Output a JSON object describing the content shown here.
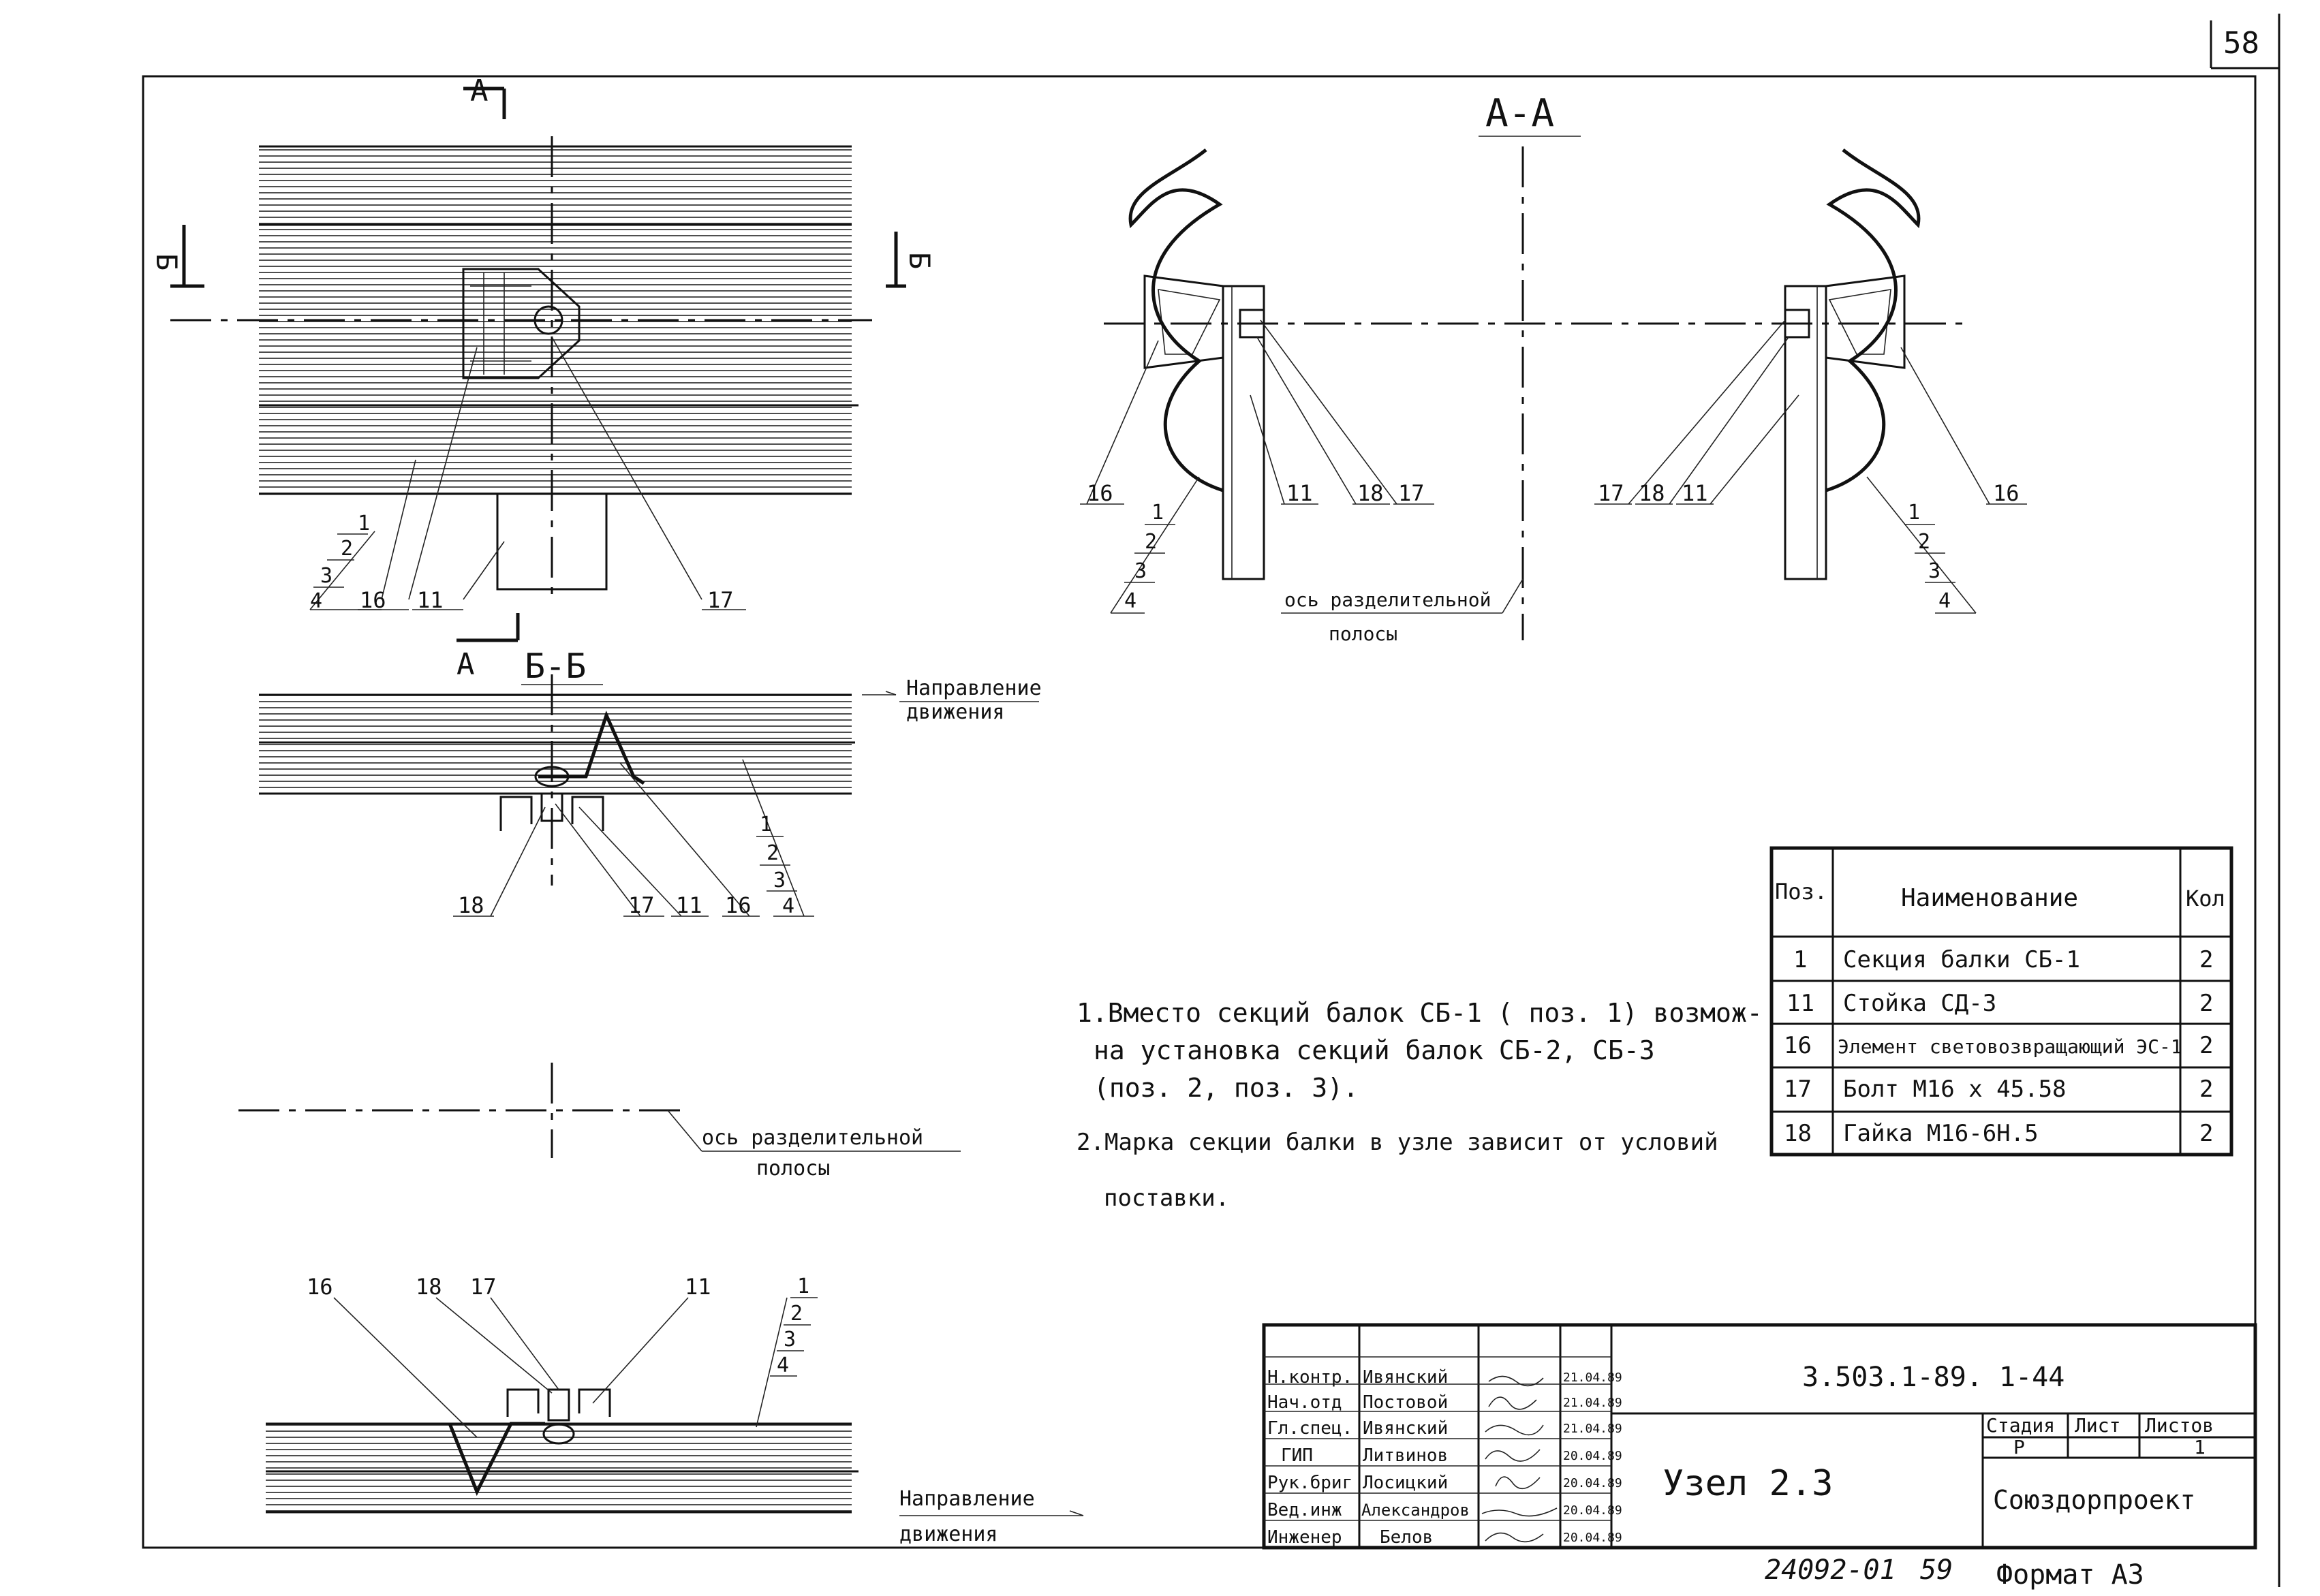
{
  "page_number": "58",
  "section_aa": {
    "title": "А-А",
    "labels_left": [
      "16",
      "11",
      "18",
      "17"
    ],
    "labels_right": [
      "17",
      "18",
      "11",
      "16"
    ],
    "beam_positions": [
      "1",
      "2",
      "3",
      "4"
    ],
    "axis_label_1": "ось разделительной",
    "axis_label_2": "полосы"
  },
  "plan_view": {
    "cut_mark_a": "А",
    "cut_mark_b": "Б",
    "labels": [
      "16",
      "11",
      "17"
    ],
    "beam_positions": [
      "1",
      "2",
      "3",
      "4"
    ]
  },
  "section_bb": {
    "title": "Б-Б",
    "cut_mark_a": "А",
    "direction_1": "Направление",
    "direction_2": "движения",
    "labels": [
      "18",
      "17",
      "11",
      "16"
    ],
    "beam_positions": [
      "1",
      "2",
      "3",
      "4"
    ]
  },
  "middle_axis": {
    "label_1": "ось разделительной",
    "label_2": "полосы"
  },
  "bottom_view": {
    "labels": [
      "16",
      "18",
      "17",
      "11"
    ],
    "beam_positions": [
      "1",
      "2",
      "3",
      "4"
    ],
    "direction_1": "Направление",
    "direction_2": "движения"
  },
  "notes": [
    "1.Вместо секций балок СБ-1 ( поз. 1) возмож-",
    "на установка секций балок СБ-2, СБ-3",
    "(поз. 2, поз. 3).",
    "2.Марка секции балки в узле зависит от условий",
    "поставки."
  ],
  "spec_table": {
    "headers": [
      "Поз.",
      "Наименование",
      "Кол"
    ],
    "rows": [
      [
        "1",
        "Секция балки СБ-1",
        "2"
      ],
      [
        "11",
        "Стойка СД-3",
        "2"
      ],
      [
        "16",
        "Элемент световозвращающий ЭС-1",
        "2"
      ],
      [
        "17",
        "Болт М16 х 45.58",
        "2"
      ],
      [
        "18",
        "Гайка М16-6Н.5",
        "2"
      ]
    ]
  },
  "title_block": {
    "signatures": [
      {
        "role": "Н.контр.",
        "name": "Ивянский",
        "date": "21.04.89"
      },
      {
        "role": "Нач.отд",
        "name": "Постовой",
        "date": "21.04.89"
      },
      {
        "role": "Гл.спец.",
        "name": "Ивянский",
        "date": "21.04.89"
      },
      {
        "role": "ГИП",
        "name": "Литвинов",
        "date": "20.04.89"
      },
      {
        "role": "Рук.бриг",
        "name": "Лосицкий",
        "date": "20.04.89"
      },
      {
        "role": "Вед.инж",
        "name": "Александров",
        "date": "20.04.89"
      },
      {
        "role": "Инженер",
        "name": "Белов",
        "date": "20.04.89"
      }
    ],
    "code": "3.503.1-89. 1-44",
    "name": "Узел 2.3",
    "stage_header": "Стадия",
    "sheet_header": "Лист",
    "sheets_header": "Листов",
    "stage": "Р",
    "sheet": "",
    "sheets": "1",
    "organization": "Союздорпроект"
  },
  "footer": {
    "inventory": "24092-01",
    "page": "59",
    "format": "Формат А3"
  }
}
